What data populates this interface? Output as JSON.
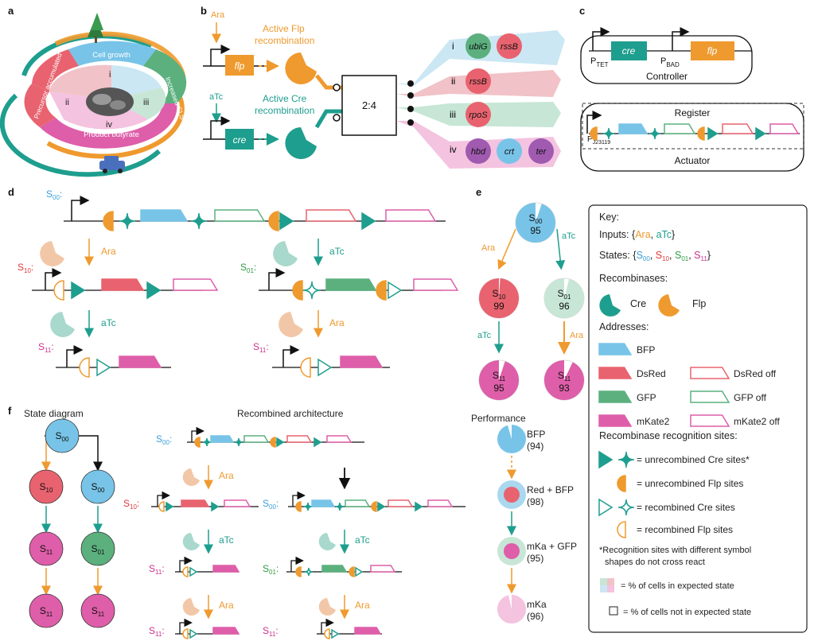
{
  "panel_labels": [
    "a",
    "b",
    "c",
    "d",
    "e",
    "f"
  ],
  "colors": {
    "orange": "#ef9a2e",
    "teal": "#1e9e8e",
    "blue": "#78c4e8",
    "red": "#e8636f",
    "green": "#5bb07e",
    "pink": "#de5ea9",
    "light_blue": "#cbe7f4",
    "light_red": "#f1c2c7",
    "light_green": "#c7e6d6",
    "light_pink": "#f4c3e0"
  },
  "a": {
    "quadrants": [
      "i",
      "ii",
      "iii",
      "iv"
    ],
    "ring": {
      "top": "Cell growth",
      "left": "Precursor accumulated",
      "right": "Increased CLS",
      "bottom": "Product butyrate"
    },
    "icons": [
      "tree-icon",
      "car-icon",
      "bacteria-icon"
    ]
  },
  "b": {
    "ara": "Ara",
    "atc": "aTc",
    "flp_label": "Active Flp\nrecombination",
    "cre_label": "Active Cre\nrecombination",
    "flp_gene": "flp",
    "cre_gene": "cre",
    "decoder": "2:4",
    "outputs": [
      {
        "numeral": "i",
        "genes": [
          "ubiG",
          "rssB"
        ]
      },
      {
        "numeral": "ii",
        "genes": [
          "rssB"
        ]
      },
      {
        "numeral": "iii",
        "genes": [
          "rpoS"
        ]
      },
      {
        "numeral": "iv",
        "genes": [
          "hbd",
          "crt",
          "ter"
        ]
      }
    ]
  },
  "c": {
    "controller_genes": [
      "cre",
      "flp"
    ],
    "promoters": [
      "P_TET",
      "P_BAD"
    ],
    "controller_label": "Controller",
    "register_label": "Register",
    "actuator_label": "Actuator",
    "actuator_promoter": "P_J23119"
  },
  "d": {
    "states": [
      "S00",
      "S10",
      "S01",
      "S11",
      "S11"
    ],
    "inducers": [
      "Ara",
      "aTc",
      "aTc",
      "Ara"
    ]
  },
  "e": {
    "nodes": [
      {
        "state": "S00",
        "value": "95"
      },
      {
        "state": "S10",
        "value": "99"
      },
      {
        "state": "S01",
        "value": "96"
      },
      {
        "state": "S11",
        "value": "95"
      },
      {
        "state": "S11",
        "value": "93"
      }
    ],
    "edges": [
      "Ara",
      "aTc",
      "aTc",
      "Ara"
    ]
  },
  "key": {
    "title": "Key:",
    "inputs_label": "Inputs: {",
    "inputs": [
      "Ara",
      "aTc"
    ],
    "states_label": "States: {",
    "states": [
      "S00",
      "S10",
      "S01",
      "S11"
    ],
    "recombinases_title": "Recombinases:",
    "recombinases": [
      "Cre",
      "Flp"
    ],
    "addresses_title": "Addresses:",
    "addresses": [
      "BFP",
      "DsRed",
      "GFP",
      "mKate2",
      "DsRed off",
      "GFP off",
      "mKate2 off"
    ],
    "sites_title": "Recombinase recognition sites:",
    "sites": [
      "= unrecombined Cre sites*",
      "= unrecombined Flp sites",
      "= recombined Cre sites",
      "= recombined Flp sites"
    ],
    "footnote": "*Recognition sites with different symbol\nshapes do not cross react",
    "legend_expected": "= % of cells in expected state",
    "legend_not": "= % of cells not in expected state"
  },
  "f": {
    "state_title": "State diagram",
    "arch_title": "Recombined architecture",
    "left_states": [
      "S00",
      "S10",
      "S00",
      "S11",
      "S01",
      "S11",
      "S11"
    ],
    "performance_title": "Performance",
    "performance": [
      {
        "label": "BFP",
        "value": "(94)"
      },
      {
        "label": "Red + BFP",
        "value": "(98)"
      },
      {
        "label": "mKa + GFP",
        "value": "(95)"
      },
      {
        "label": "mKa",
        "value": "(96)"
      }
    ],
    "inducers": [
      "Ara",
      "aTc",
      "Ara",
      "aTc",
      "Ara"
    ]
  }
}
